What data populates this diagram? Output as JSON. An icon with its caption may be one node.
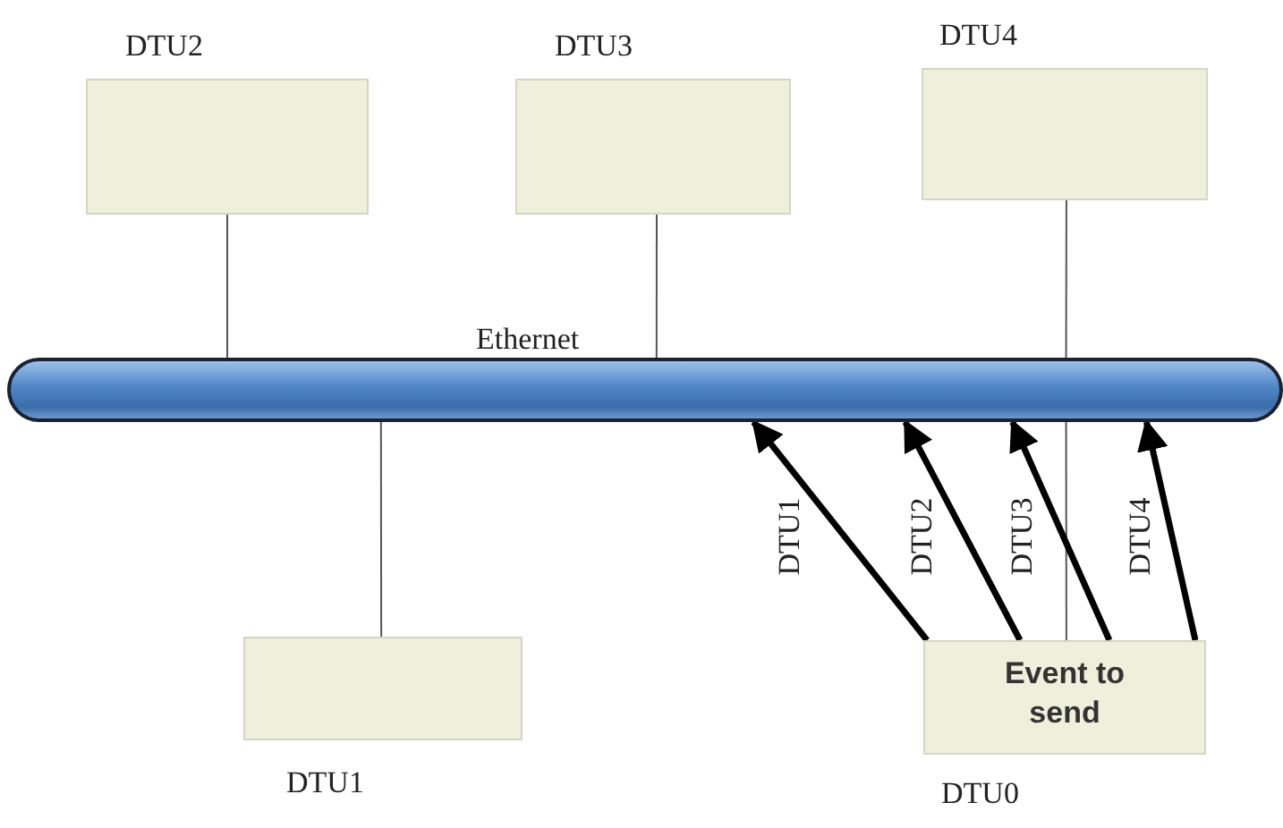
{
  "diagram": {
    "nodes": [
      {
        "text": [
          "DTU2"
        ]
      },
      {
        "text": [
          "DTU3"
        ]
      },
      {
        "text": [
          "DTU4"
        ]
      },
      {
        "text": [
          "Ethernet"
        ]
      },
      {
        "text": [
          "DTU1"
        ]
      },
      {
        "text": [
          "Event to send",
          "DTU0"
        ]
      }
    ],
    "edges": [
      {
        "from": 0,
        "to": 3,
        "arrow": "none"
      },
      {
        "from": 1,
        "to": 3,
        "arrow": "none"
      },
      {
        "from": 2,
        "to": 3,
        "arrow": "none"
      },
      {
        "from": 4,
        "to": 3,
        "arrow": "none"
      },
      {
        "from": 5,
        "to": 3,
        "arrow": "none"
      },
      {
        "from": 5,
        "to": 3,
        "label": "DTU1",
        "arrow": "to",
        "style": "thick"
      },
      {
        "from": 5,
        "to": 3,
        "label": "DTU2",
        "arrow": "to",
        "style": "thick"
      },
      {
        "from": 5,
        "to": 3,
        "label": "DTU3",
        "arrow": "to",
        "style": "thick"
      },
      {
        "from": 5,
        "to": 3,
        "label": "DTU4",
        "arrow": "to",
        "style": "thick"
      }
    ]
  }
}
